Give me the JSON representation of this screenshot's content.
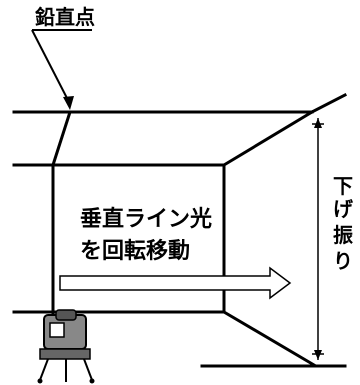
{
  "labels": {
    "plumb_point": "鉛直点",
    "vertical_line_light_1": "垂直ライン光",
    "vertical_line_light_2": "を回転移動",
    "plumb_bob_1": "下",
    "plumb_bob_2": "げ",
    "plumb_bob_3": "振",
    "plumb_bob_4": "り"
  },
  "colors": {
    "line": "#000000",
    "background": "#ffffff",
    "laser_body": "#666666"
  }
}
